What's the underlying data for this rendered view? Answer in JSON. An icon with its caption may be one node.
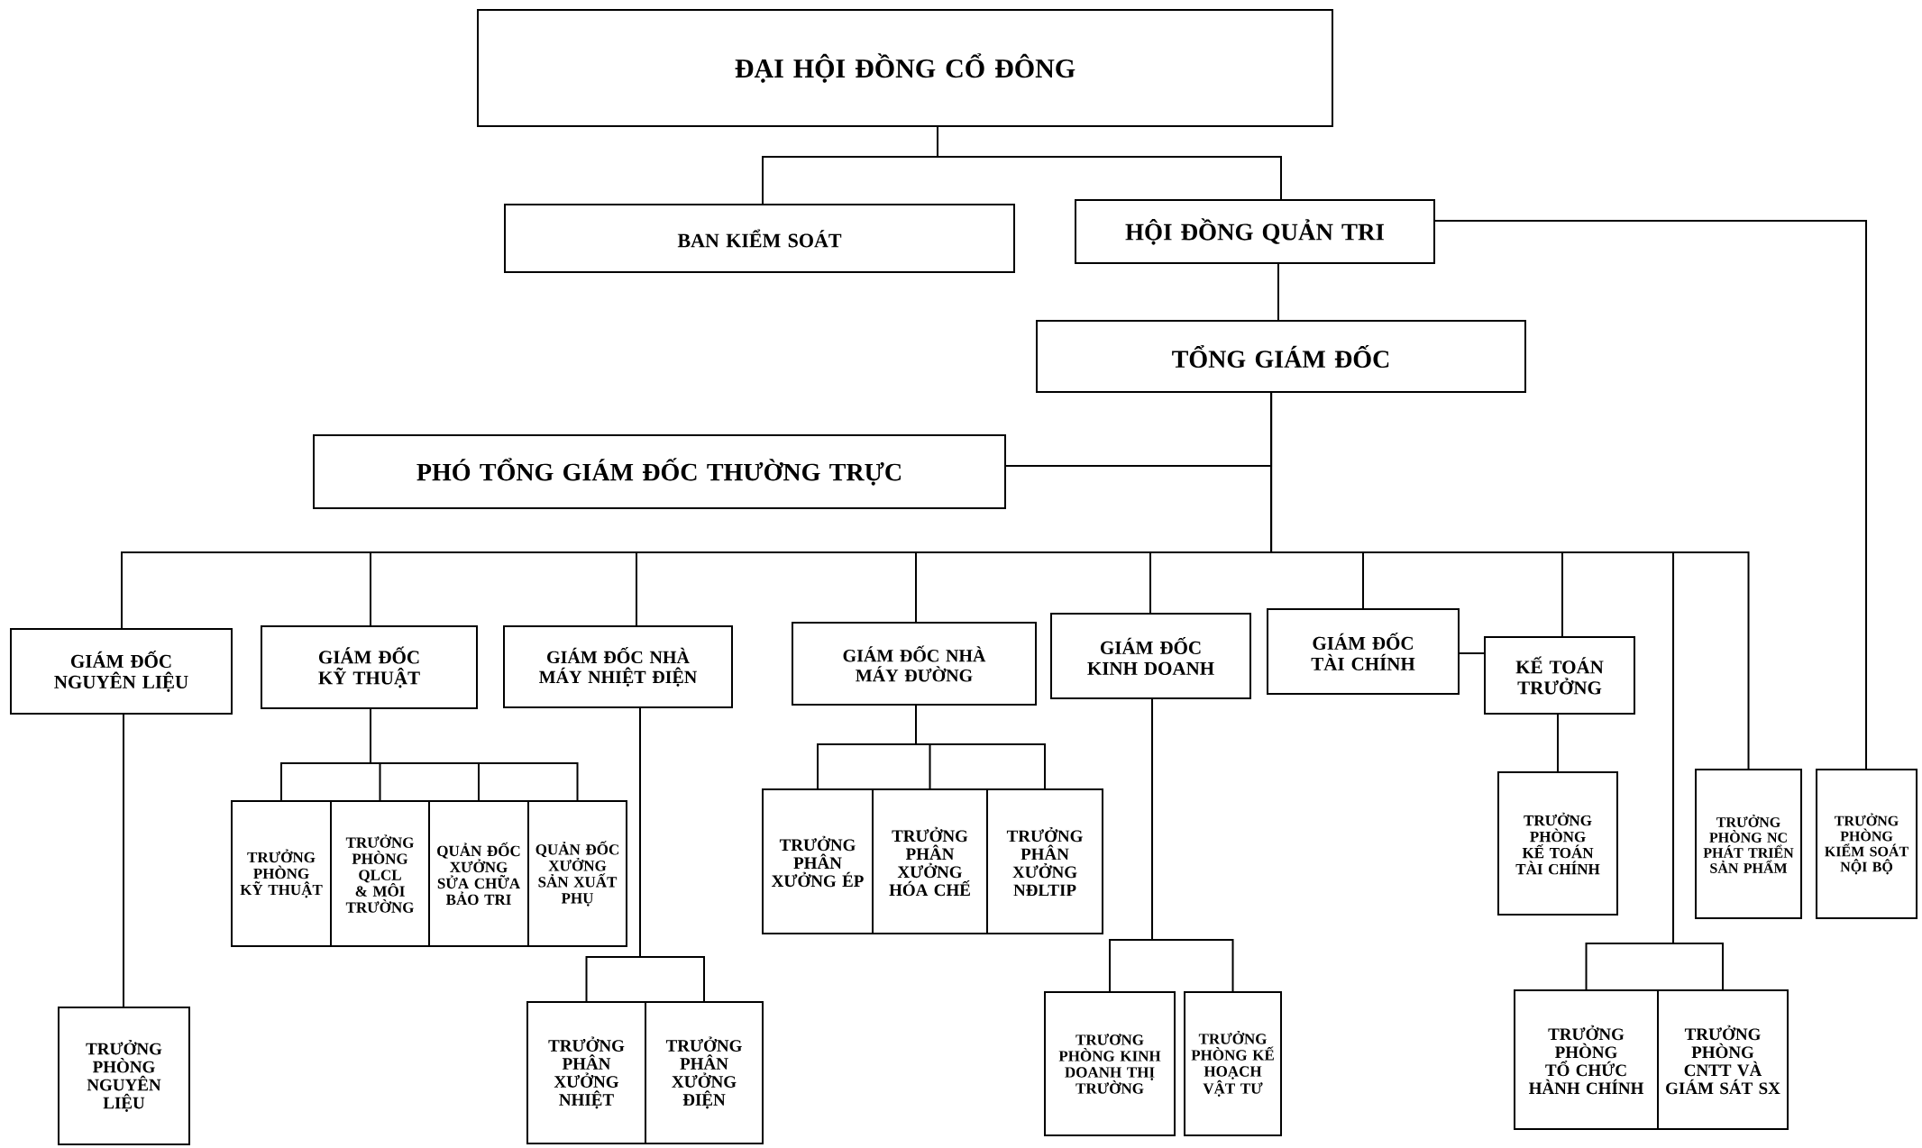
{
  "diagram": {
    "nodes": [
      {
        "text": [
          "ĐẠI HỘI ĐỒNG CỔ ĐÔNG"
        ]
      },
      {
        "text": [
          "BAN KIỂM SOÁT"
        ]
      },
      {
        "text": [
          "HỘI ĐỒNG QUẢN TRI"
        ]
      },
      {
        "text": [
          "TỔNG GIÁM ĐỐC"
        ]
      },
      {
        "text": [
          "PHÓ TỔNG GIÁM ĐỐC THƯỜNG TRỰC"
        ]
      },
      {
        "text": [
          "GIÁM ĐỐC NGUYÊN LIỆU"
        ]
      },
      {
        "text": [
          "GIÁM ĐỐC KỸ THUẬT"
        ]
      },
      {
        "text": [
          "GIÁM ĐỐC NHÀ MÁY NHIỆT ĐIỆN"
        ]
      },
      {
        "text": [
          "GIÁM ĐỐC NHÀ MÁY ĐƯỜNG"
        ]
      },
      {
        "text": [
          "GIÁM ĐỐC KINH DOANH"
        ]
      },
      {
        "text": [
          "GIÁM ĐỐC TÀI CHÍNH"
        ]
      },
      {
        "text": [
          "KẾ TOÁN TRƯỞNG"
        ]
      },
      {
        "text": [
          "TRƯỞNG PHÒNG KỸ THUẬT"
        ]
      },
      {
        "text": [
          "TRƯỞNG PHÒNG QLCL & MÔI TRƯỜNG"
        ]
      },
      {
        "text": [
          "QUẢN ĐỐC XƯỞNG SỬA CHỮA BẢO TRI"
        ]
      },
      {
        "text": [
          "QUẢN ĐỐC XƯỞNG SẢN XUẤT PHỤ"
        ]
      },
      {
        "text": [
          "TRƯỞNG PHÒNG NGUYÊN LIỆU"
        ]
      },
      {
        "text": [
          "TRƯỞNG PHÂN XƯỞNG NHIỆT"
        ]
      },
      {
        "text": [
          "TRƯỞNG PHÂN XƯỞNG ĐIỆN"
        ]
      },
      {
        "text": [
          "TRƯỞNG PHÂN XƯỞNG ÉP"
        ]
      },
      {
        "text": [
          "TRƯỞNG PHÂN XƯỞNG HÓA CHẾ"
        ]
      },
      {
        "text": [
          "TRƯỞNG PHÂN XƯỞNG NĐLTIP"
        ]
      },
      {
        "text": [
          "TRƯƠNG PHÒNG KINH DOANH THỊ TRƯỜNG"
        ]
      },
      {
        "text": [
          "TRƯỞNG PHÒNG KẾ HOẠCH VẬT TƯ"
        ]
      },
      {
        "text": [
          "TRƯỞNG PHÒNG KẾ TOÁN TÀI CHÍNH"
        ]
      },
      {
        "text": [
          "TRƯỞNG PHÒNG NC PHÁT TRIỂN SẢN PHẨM"
        ]
      },
      {
        "text": [
          "TRƯỞNG PHÒNG KIỂM SOÁT NỘI BỘ"
        ]
      },
      {
        "text": [
          "TRƯỞNG PHÒNG TỔ CHỨC HÀNH CHÍNH"
        ]
      },
      {
        "text": [
          "TRƯỞNG PHÒNG CNTT VÀ GIÁM SÁT SX"
        ]
      }
    ],
    "edges": [
      {
        "from": 0,
        "to": 1,
        "arrow": "none"
      },
      {
        "from": 0,
        "to": 2,
        "arrow": "none"
      },
      {
        "from": 2,
        "to": 3,
        "arrow": "none"
      },
      {
        "from": 2,
        "to": 26,
        "arrow": "none"
      },
      {
        "from": 3,
        "to": 4,
        "arrow": "none"
      },
      {
        "from": 3,
        "to": 5,
        "arrow": "none"
      },
      {
        "from": 3,
        "to": 6,
        "arrow": "none"
      },
      {
        "from": 3,
        "to": 7,
        "arrow": "none"
      },
      {
        "from": 3,
        "to": 8,
        "arrow": "none"
      },
      {
        "from": 3,
        "to": 9,
        "arrow": "none"
      },
      {
        "from": 3,
        "to": 10,
        "arrow": "none"
      },
      {
        "from": 3,
        "to": 11,
        "arrow": "none"
      },
      {
        "from": 3,
        "to": 27,
        "arrow": "none"
      },
      {
        "from": 3,
        "to": 28,
        "arrow": "none"
      },
      {
        "from": 3,
        "to": 25,
        "arrow": "none"
      },
      {
        "from": 10,
        "to": 11,
        "arrow": "none"
      },
      {
        "from": 5,
        "to": 16,
        "arrow": "none"
      },
      {
        "from": 6,
        "to": 12,
        "arrow": "none"
      },
      {
        "from": 6,
        "to": 13,
        "arrow": "none"
      },
      {
        "from": 6,
        "to": 14,
        "arrow": "none"
      },
      {
        "from": 6,
        "to": 15,
        "arrow": "none"
      },
      {
        "from": 7,
        "to": 17,
        "arrow": "none"
      },
      {
        "from": 7,
        "to": 18,
        "arrow": "none"
      },
      {
        "from": 8,
        "to": 19,
        "arrow": "none"
      },
      {
        "from": 8,
        "to": 20,
        "arrow": "none"
      },
      {
        "from": 8,
        "to": 21,
        "arrow": "none"
      },
      {
        "from": 9,
        "to": 22,
        "arrow": "none"
      },
      {
        "from": 9,
        "to": 23,
        "arrow": "none"
      },
      {
        "from": 11,
        "to": 24,
        "arrow": "none"
      }
    ]
  }
}
